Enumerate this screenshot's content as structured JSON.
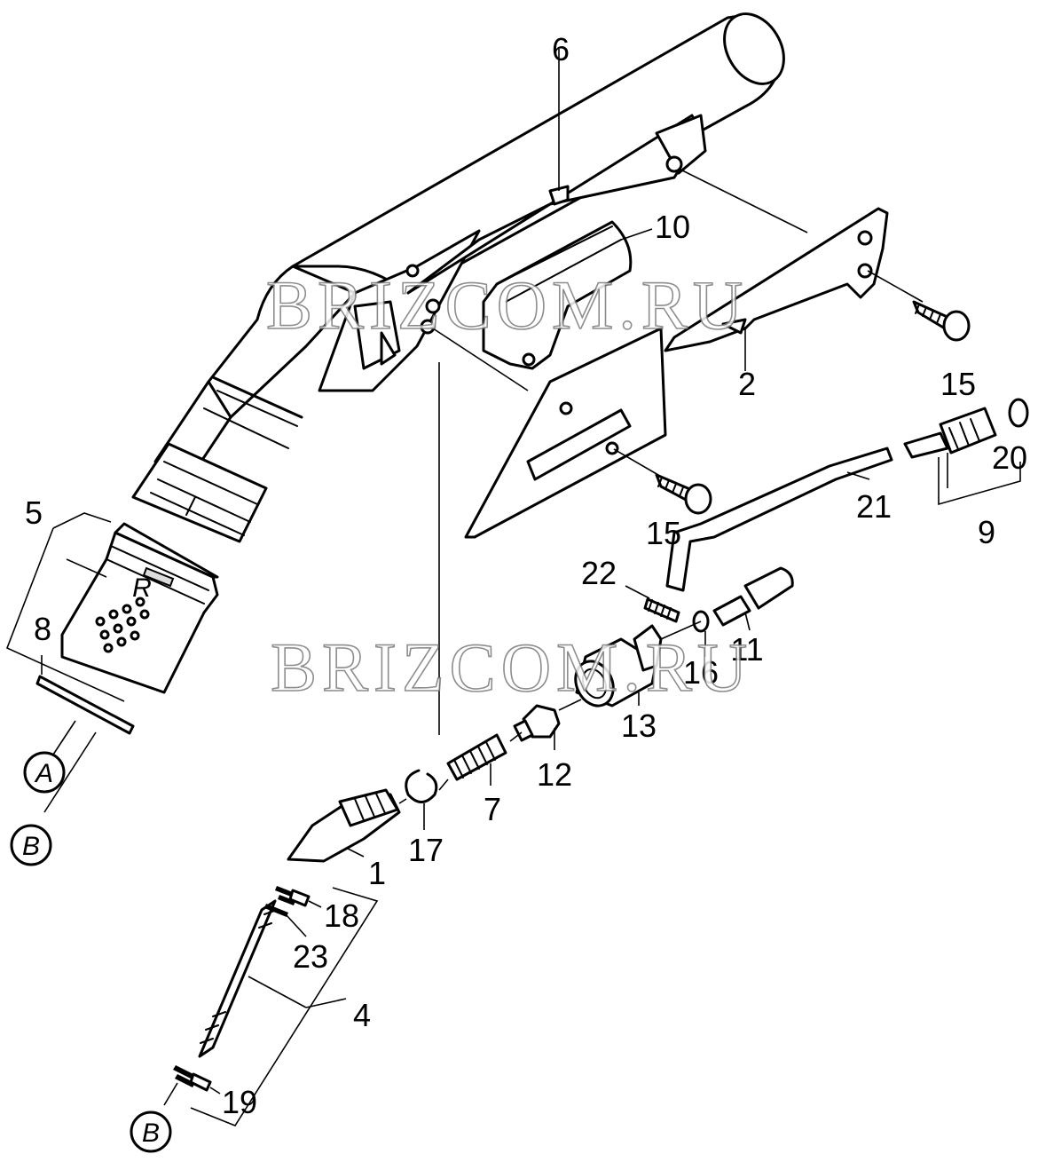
{
  "watermark": "BRIZCOM.RU",
  "callouts": {
    "n1": "1",
    "n2": "2",
    "n4": "4",
    "n5": "5",
    "n6": "6",
    "n7": "7",
    "n8": "8",
    "n9": "9",
    "n10": "10",
    "n11": "11",
    "n12": "12",
    "n13": "13",
    "n15a": "15",
    "n15b": "15",
    "n16": "16",
    "n17": "17",
    "n18": "18",
    "n19": "19",
    "n20": "20",
    "n21": "21",
    "n22": "22",
    "n23": "23"
  },
  "connectors": {
    "a": "A",
    "b1": "B",
    "b2": "B"
  },
  "nozzle_marking": "R"
}
